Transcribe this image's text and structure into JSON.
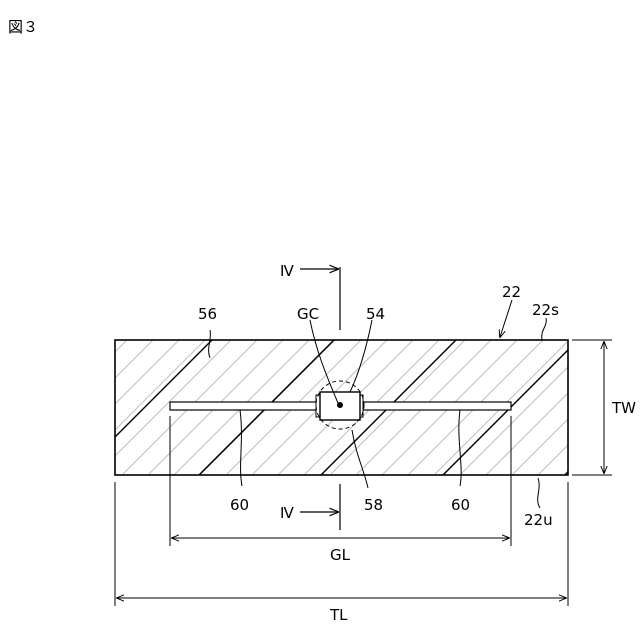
{
  "figure": {
    "title": "図３"
  },
  "labels": {
    "section_top": "Ⅳ",
    "section_bottom": "Ⅳ",
    "sheet_ref": "22",
    "upper_surface": "22s",
    "lower_surface": "22u",
    "body": "56",
    "center": "GC",
    "chip": "54",
    "wire_left": "60",
    "wire_right": "60",
    "circle_ref": "58",
    "width": "TW",
    "gauge_length": "GL",
    "total_length": "TL"
  }
}
